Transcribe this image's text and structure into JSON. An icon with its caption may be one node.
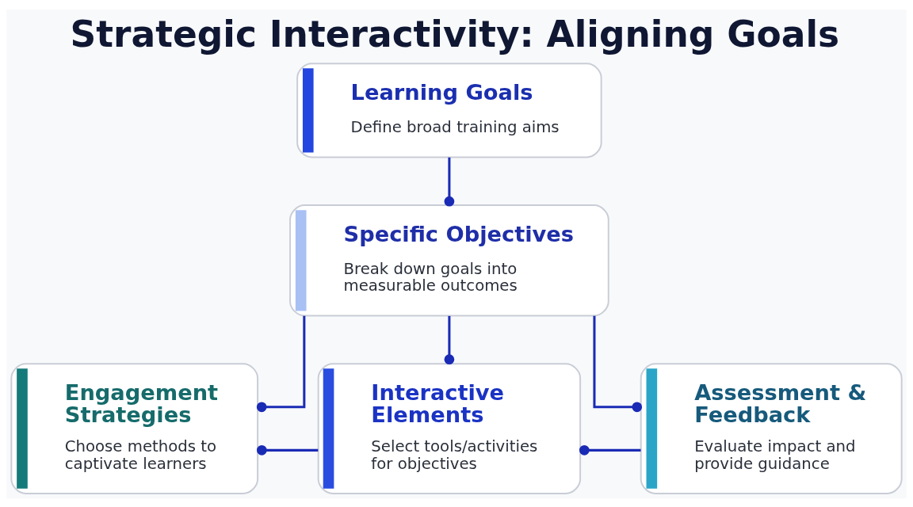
{
  "diagram": {
    "title": "Strategic Interactivity: Aligning Goals",
    "nodes": [
      {
        "text": [
          "Learning Goals",
          "Define broad training aims"
        ]
      },
      {
        "text": [
          "Specific Objectives",
          "Break down goals into measurable outcomes"
        ]
      },
      {
        "text": [
          "Engagement Strategies",
          "Choose methods to captivate learners"
        ]
      },
      {
        "text": [
          "Interactive Elements",
          "Select tools/activities for objectives"
        ]
      },
      {
        "text": [
          "Assessment & Feedback",
          "Evaluate impact and provide guidance"
        ]
      }
    ],
    "edges": [
      {
        "from": 0,
        "to": 1,
        "arrow": "other"
      },
      {
        "from": 1,
        "to": 2,
        "arrow": "other"
      },
      {
        "from": 1,
        "to": 3,
        "arrow": "other"
      },
      {
        "from": 1,
        "to": 4,
        "arrow": "other"
      },
      {
        "from": 3,
        "to": 2,
        "arrow": "other"
      },
      {
        "from": 4,
        "to": 3,
        "arrow": "other"
      }
    ]
  }
}
